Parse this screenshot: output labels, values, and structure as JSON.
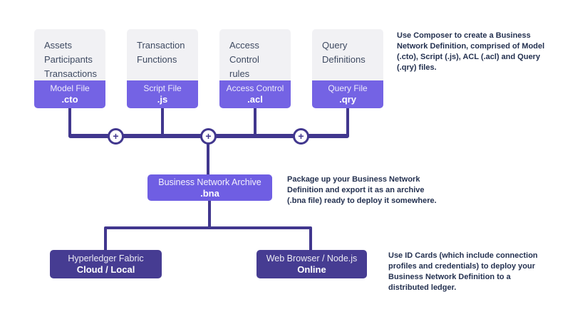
{
  "colors": {
    "accent_purple": "#7463e4",
    "archive_purple": "#6f5ee3",
    "dark_purple": "#463c92",
    "connector": "#41378e",
    "box_light": "#f1f1f4",
    "box_text": "#3e4a61",
    "annotation_text": "#243150"
  },
  "file_boxes": [
    {
      "lines": [
        "Assets",
        "Participants",
        "Transactions"
      ],
      "file_label": "Model File",
      "extension": ".cto"
    },
    {
      "lines": [
        "Transaction",
        "Functions"
      ],
      "file_label": "Script File",
      "extension": ".js"
    },
    {
      "lines": [
        "Access",
        "Control",
        "rules"
      ],
      "file_label": "Access Control",
      "extension": ".acl"
    },
    {
      "lines": [
        "Query",
        "Definitions"
      ],
      "file_label": "Query File",
      "extension": ".qry"
    }
  ],
  "connector": {
    "plus_glyph": "+"
  },
  "archive_box": {
    "title": "Business Network Archive",
    "extension": ".bna"
  },
  "deploy_boxes": [
    {
      "title": "Hyperledger Fabric",
      "subtitle": "Cloud / Local"
    },
    {
      "title": "Web Browser / Node.js",
      "subtitle": "Online"
    }
  ],
  "annotations": {
    "composer_note": {
      "text": "Use Composer to create a Business Network Definition, comprised of Model (.cto), Script (.js), ACL (.acl) and Query (.qry) files.",
      "lines": [
        "Use Composer to create a Business",
        "Network Definition, comprised of Model",
        "(.cto), Script (.js), ACL (.acl) and Query",
        "(.qry) files."
      ]
    },
    "package_note": {
      "text": "Package up your Business Network Definition and export it as an archive (.bna file) ready to deploy it somewhere.",
      "lines": [
        "Package up your Business Network",
        "Definition and export it as an archive",
        "(.bna file) ready to deploy it somewhere."
      ]
    },
    "id_cards_note": {
      "text": "Use ID Cards (which include connection profiles and credentials) to deploy your Business Network Definition to a distributed ledger.",
      "lines": [
        "Use ID Cards (which include connection",
        "profiles and credentials) to deploy your",
        "Business Network Definition to a",
        "distributed ledger."
      ]
    }
  }
}
